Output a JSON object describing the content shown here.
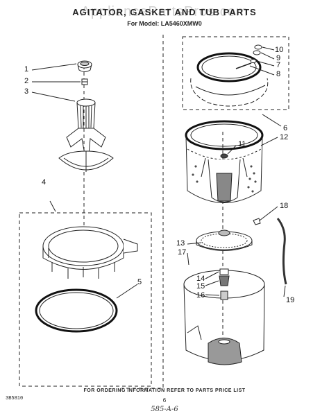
{
  "header": {
    "watermark": "AppliancePartsPros.com",
    "title": "AGITATOR, GASKET AND TUB PARTS",
    "model": "For Model: LA5460XMW0"
  },
  "callouts": [
    "1",
    "2",
    "3",
    "4",
    "5",
    "6",
    "7",
    "8",
    "9",
    "10",
    "11",
    "12",
    "13",
    "14",
    "15",
    "16",
    "17",
    "18",
    "19"
  ],
  "footer": {
    "ordering_info": "FOR ORDERING INFORMATION REFER TO PARTS PRICE LIST",
    "code": "3B5810",
    "page_number": "6",
    "handwritten": "585-A-6"
  }
}
